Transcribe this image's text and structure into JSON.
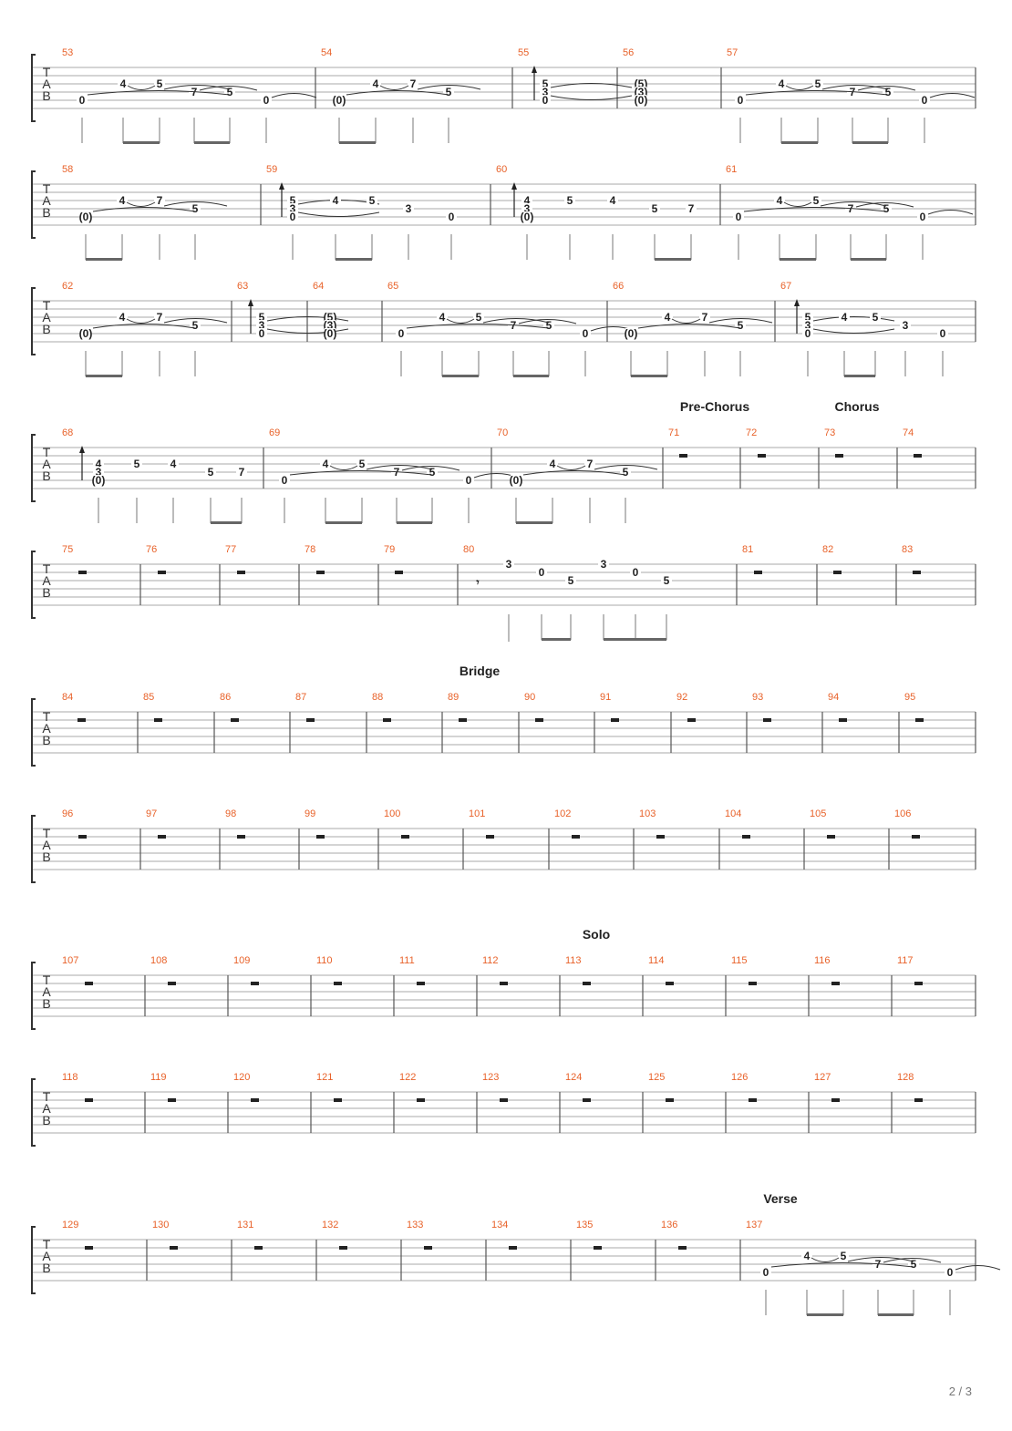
{
  "page_number": "2 / 3",
  "clef_letters": [
    "T",
    "A",
    "B"
  ],
  "sections": [
    {
      "label": "Pre-Chorus",
      "system": 3
    },
    {
      "label": "Chorus",
      "system": 3
    },
    {
      "label": "Bridge",
      "system": 5
    },
    {
      "label": "Solo",
      "system": 7
    },
    {
      "label": "Verse",
      "system": 9
    }
  ],
  "systems": [
    {
      "measures": [
        "53",
        "54",
        "55",
        "56",
        "57"
      ]
    },
    {
      "measures": [
        "58",
        "59",
        "60",
        "61"
      ]
    },
    {
      "measures": [
        "62",
        "63",
        "64",
        "65",
        "66",
        "67"
      ]
    },
    {
      "measures": [
        "68",
        "69",
        "70",
        "71",
        "72",
        "73",
        "74"
      ]
    },
    {
      "measures": [
        "75",
        "76",
        "77",
        "78",
        "79",
        "80",
        "81",
        "82",
        "83"
      ]
    },
    {
      "measures": [
        "84",
        "85",
        "86",
        "87",
        "88",
        "89",
        "90",
        "91",
        "92",
        "93",
        "94",
        "95"
      ]
    },
    {
      "measures": [
        "96",
        "97",
        "98",
        "99",
        "100",
        "101",
        "102",
        "103",
        "104",
        "105",
        "106"
      ]
    },
    {
      "measures": [
        "107",
        "108",
        "109",
        "110",
        "111",
        "112",
        "113",
        "114",
        "115",
        "116",
        "117"
      ]
    },
    {
      "measures": [
        "118",
        "119",
        "120",
        "121",
        "122",
        "123",
        "124",
        "125",
        "126",
        "127",
        "128"
      ]
    },
    {
      "measures": [
        "129",
        "130",
        "131",
        "132",
        "133",
        "134",
        "135",
        "136",
        "137"
      ]
    }
  ],
  "riff_a": {
    "notes": [
      "0",
      "4",
      "5",
      "7",
      "5",
      "0"
    ]
  },
  "riff_b": {
    "notes": [
      "(0)",
      "4",
      "7",
      "5"
    ]
  },
  "chord_a": {
    "notes": [
      "5",
      "3",
      "0"
    ]
  },
  "chord_tied": {
    "notes": [
      "(5)",
      "(3)",
      "(0)"
    ]
  },
  "riff_c": {
    "notes": [
      "5",
      "3",
      "0",
      "4",
      "5",
      "3",
      "0"
    ]
  },
  "riff_d": {
    "notes": [
      "4",
      "3",
      "(0)",
      "5",
      "4",
      "5",
      "7"
    ]
  },
  "riff_80": {
    "notes": [
      "3",
      "0",
      "5",
      "3",
      "0",
      "5"
    ]
  }
}
